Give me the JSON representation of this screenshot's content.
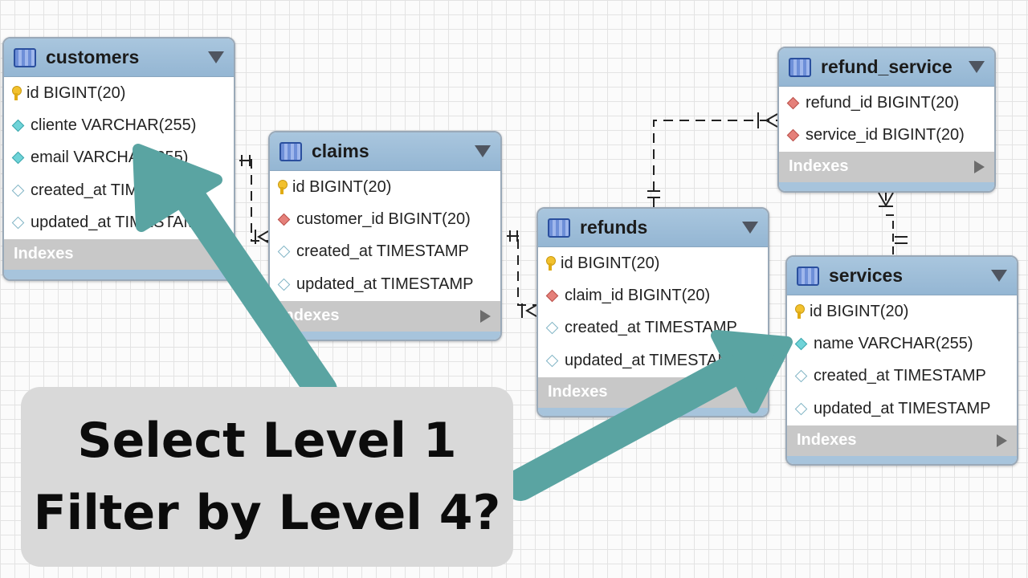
{
  "tables": {
    "customers": {
      "title": "customers",
      "columns": [
        {
          "icon": "primary-key-icon",
          "text": "id BIGINT(20)"
        },
        {
          "icon": "not-null-column-icon",
          "text": "cliente VARCHAR(255)"
        },
        {
          "icon": "not-null-column-icon",
          "text": "email VARCHAR(255)"
        },
        {
          "icon": "nullable-column-icon",
          "text": "created_at TIMESTAMP"
        },
        {
          "icon": "nullable-column-icon",
          "text": "updated_at TIMESTAMP"
        }
      ],
      "indexes_label": "Indexes"
    },
    "claims": {
      "title": "claims",
      "columns": [
        {
          "icon": "primary-key-icon",
          "text": "id BIGINT(20)"
        },
        {
          "icon": "foreign-key-icon",
          "text": "customer_id BIGINT(20)"
        },
        {
          "icon": "nullable-column-icon",
          "text": "created_at TIMESTAMP"
        },
        {
          "icon": "nullable-column-icon",
          "text": "updated_at TIMESTAMP"
        }
      ],
      "indexes_label": "Indexes"
    },
    "refunds": {
      "title": "refunds",
      "columns": [
        {
          "icon": "primary-key-icon",
          "text": "id BIGINT(20)"
        },
        {
          "icon": "foreign-key-icon",
          "text": "claim_id BIGINT(20)"
        },
        {
          "icon": "nullable-column-icon",
          "text": "created_at TIMESTAMP"
        },
        {
          "icon": "nullable-column-icon",
          "text": "updated_at TIMESTAMP"
        }
      ],
      "indexes_label": "Indexes"
    },
    "refund_service": {
      "title": "refund_service",
      "columns": [
        {
          "icon": "foreign-key-icon",
          "text": "refund_id BIGINT(20)"
        },
        {
          "icon": "foreign-key-icon",
          "text": "service_id BIGINT(20)"
        }
      ],
      "indexes_label": "Indexes"
    },
    "services": {
      "title": "services",
      "columns": [
        {
          "icon": "primary-key-icon",
          "text": "id BIGINT(20)"
        },
        {
          "icon": "not-null-column-icon",
          "text": "name VARCHAR(255)"
        },
        {
          "icon": "nullable-column-icon",
          "text": "created_at TIMESTAMP"
        },
        {
          "icon": "nullable-column-icon",
          "text": "updated_at TIMESTAMP"
        }
      ],
      "indexes_label": "Indexes"
    }
  },
  "callout": {
    "line1": "Select Level 1",
    "line2": "Filter by Level 4?"
  },
  "colors": {
    "arrow": "#5aa4a2",
    "table_header": "#9dbdd8",
    "callout_bg": "#d9d9d9",
    "connector": "#222222"
  }
}
